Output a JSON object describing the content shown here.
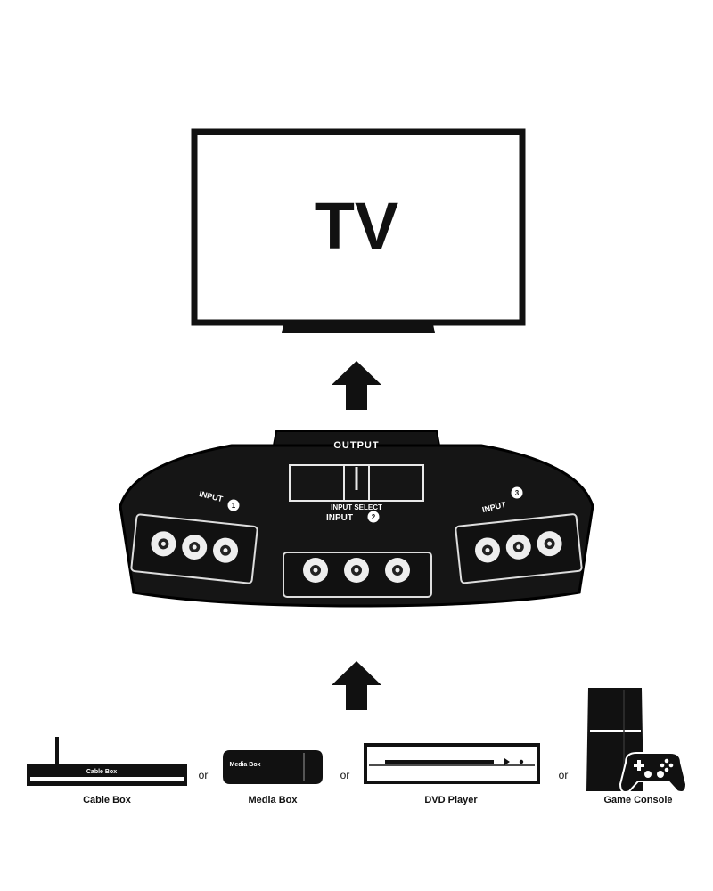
{
  "tv": {
    "label": "TV"
  },
  "switcher": {
    "output_label": "OUTPUT",
    "input_select_label": "INPUT SELECT",
    "inputs": [
      {
        "label": "INPUT",
        "number": "1"
      },
      {
        "label": "INPUT",
        "number": "2"
      },
      {
        "label": "INPUT",
        "number": "3"
      }
    ]
  },
  "devices": {
    "cable_box": {
      "label": "Cable Box",
      "brand": "Cable Box"
    },
    "media_box": {
      "label": "Media Box",
      "brand": "Media Box"
    },
    "dvd_player": {
      "label": "DVD Player"
    },
    "game_console": {
      "label": "Game Console"
    },
    "separator": "or"
  }
}
